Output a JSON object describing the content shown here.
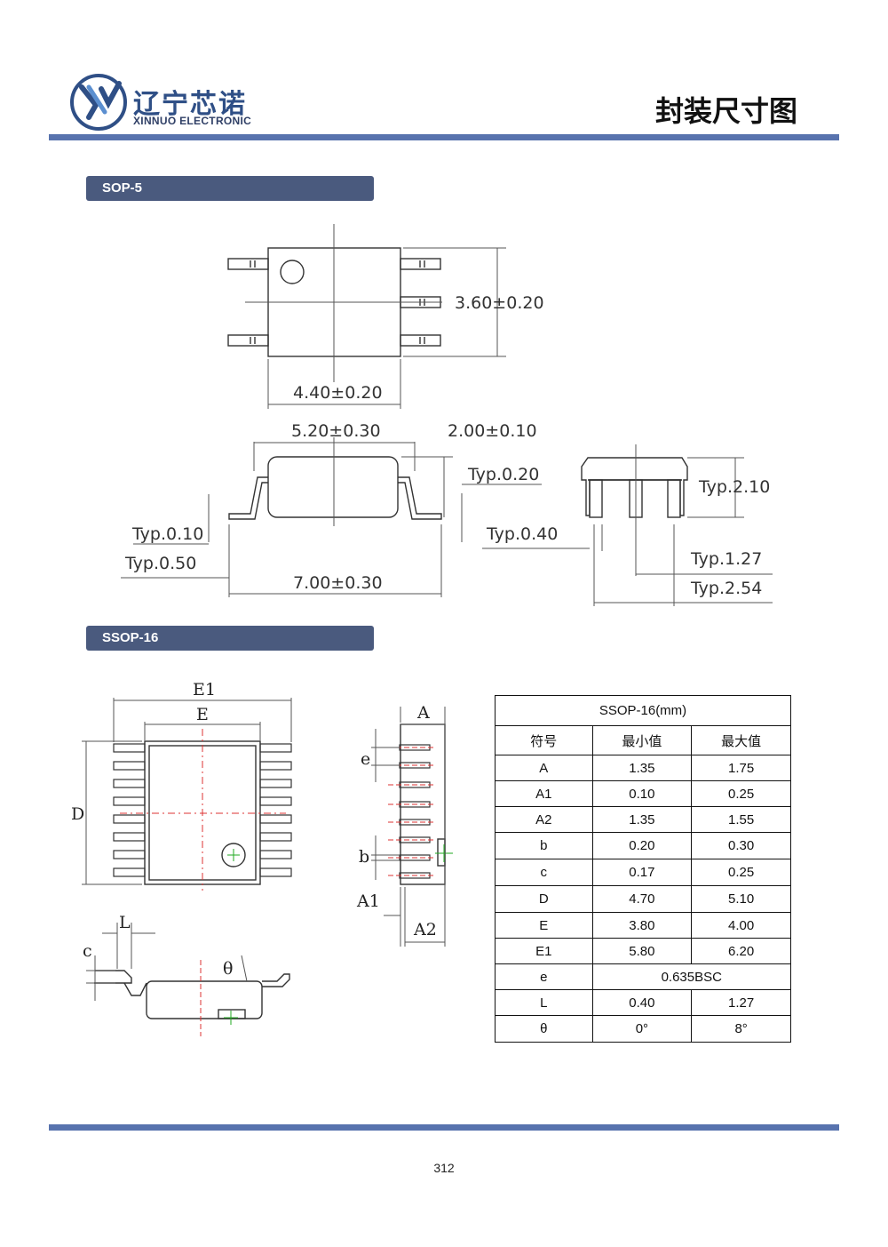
{
  "header": {
    "brand_cn": "辽宁芯诺",
    "brand_en": "XINNUO ELECTRONIC",
    "page_title": "封装尺寸图",
    "colors": {
      "accent": "#5873ae",
      "tab": "#4a5a7e",
      "brand": "#2f4f86"
    },
    "logo_icon": "xn-swoosh-logo-icon"
  },
  "sections": {
    "sop5": {
      "label": "SOP-5",
      "dims": {
        "body_height": "3.60±0.20",
        "body_width": "4.40±0.20",
        "side_body_width": "5.20±0.30",
        "side_height": "2.00±0.10",
        "typ_020": "Typ.0.20",
        "typ_010": "Typ.0.10",
        "typ_050": "Typ.0.50",
        "overall": "7.00±0.30",
        "typ_040": "Typ.0.40",
        "typ_210": "Typ.2.10",
        "typ_127": "Typ.1.27",
        "typ_254": "Typ.2.54"
      }
    },
    "ssop16": {
      "label": "SSOP-16",
      "symbols": {
        "E1": "E1",
        "E": "E",
        "D": "D",
        "A": "A",
        "e": "e",
        "b": "b",
        "A1": "A1",
        "A2": "A2",
        "L": "L",
        "c": "c",
        "theta": "θ"
      },
      "table": {
        "title": "SSOP-16(mm)",
        "headers": [
          "符号",
          "最小值",
          "最大值"
        ],
        "rows": [
          {
            "sym": "A",
            "min": "1.35",
            "max": "1.75"
          },
          {
            "sym": "A1",
            "min": "0.10",
            "max": "0.25"
          },
          {
            "sym": "A2",
            "min": "1.35",
            "max": "1.55"
          },
          {
            "sym": "b",
            "min": "0.20",
            "max": "0.30"
          },
          {
            "sym": "c",
            "min": "0.17",
            "max": "0.25"
          },
          {
            "sym": "D",
            "min": "4.70",
            "max": "5.10"
          },
          {
            "sym": "E",
            "min": "3.80",
            "max": "4.00"
          },
          {
            "sym": "E1",
            "min": "5.80",
            "max": "6.20"
          },
          {
            "sym": "e",
            "span": "0.635BSC"
          },
          {
            "sym": "L",
            "min": "0.40",
            "max": "1.27"
          },
          {
            "sym": "θ",
            "min": "0°",
            "max": "8°"
          }
        ]
      }
    }
  },
  "footer": {
    "page_number": "312"
  }
}
